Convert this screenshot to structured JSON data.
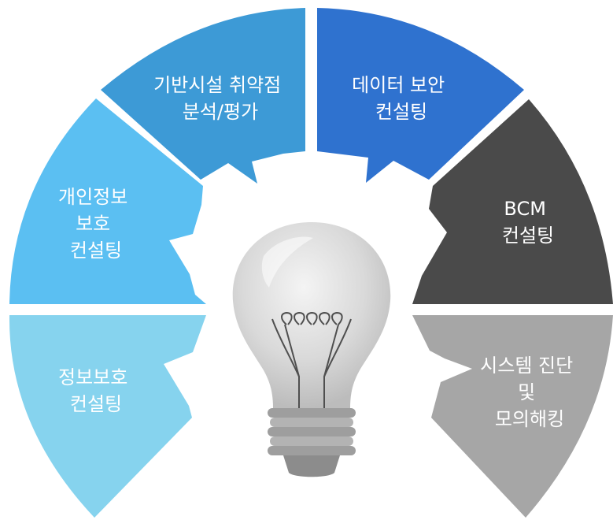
{
  "segments": [
    {
      "id": "privacy",
      "lines": [
        "개인정보",
        "보호",
        "컨설팅"
      ],
      "color": "#5bbff2"
    },
    {
      "id": "infra",
      "lines": [
        "기반시설 취약점",
        "분석/평가"
      ],
      "color": "#3d9ad6"
    },
    {
      "id": "data",
      "lines": [
        "데이터 보안",
        "컨설팅"
      ],
      "color": "#2f72cf"
    },
    {
      "id": "bcm",
      "lines": [
        "BCM",
        "컨설팅"
      ],
      "color": "#4a4a4a"
    },
    {
      "id": "infosec",
      "lines": [
        "정보보호",
        "컨설팅"
      ],
      "color": "#86d3ee"
    },
    {
      "id": "pentest",
      "lines": [
        "시스템 진단",
        "및",
        "모의해킹"
      ],
      "color": "#a6a6a6"
    }
  ],
  "center": {
    "icon": "lightbulb-icon"
  }
}
